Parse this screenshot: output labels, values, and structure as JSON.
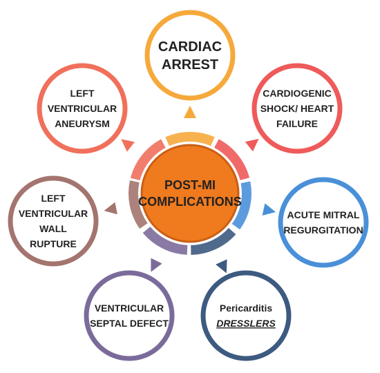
{
  "center": {
    "lines": [
      "POST-MI",
      "COMPLICATIONS"
    ],
    "fill": "#f07a1e",
    "ring": "#c95f14"
  },
  "nodes": [
    {
      "id": "cardiac-arrest",
      "lines": [
        "CARDIAC",
        "ARREST"
      ],
      "style": "normal",
      "color": "#f6a93b"
    },
    {
      "id": "cardiogenic-shock",
      "lines": [
        "CARDIOGENIC",
        "SHOCK/ HEART",
        "FAILURE"
      ],
      "style": "normal",
      "color": "#ef5a5a"
    },
    {
      "id": "acute-mitral-regurgitation",
      "lines": [
        "ACUTE MITRAL",
        "REGURGITATION"
      ],
      "style": "normal",
      "color": "#4a90d9"
    },
    {
      "id": "pericarditis",
      "lines": [
        "Pericarditis",
        "DRESSLERS"
      ],
      "style": "pericarditis",
      "color": "#3d5a80"
    },
    {
      "id": "ventricular-septal-defect",
      "lines": [
        "VENTRICULAR",
        "SEPTAL DEFECT"
      ],
      "style": "normal",
      "color": "#7b6b9a"
    },
    {
      "id": "lv-wall-rupture",
      "lines": [
        "LEFT",
        "VENTRICULAR",
        "WALL",
        "RUPTURE"
      ],
      "style": "normal",
      "color": "#a4746e"
    },
    {
      "id": "lv-aneurysm",
      "lines": [
        "LEFT",
        "VENTRICULAR",
        "ANEURYSM"
      ],
      "style": "normal",
      "color": "#f0705c"
    }
  ]
}
